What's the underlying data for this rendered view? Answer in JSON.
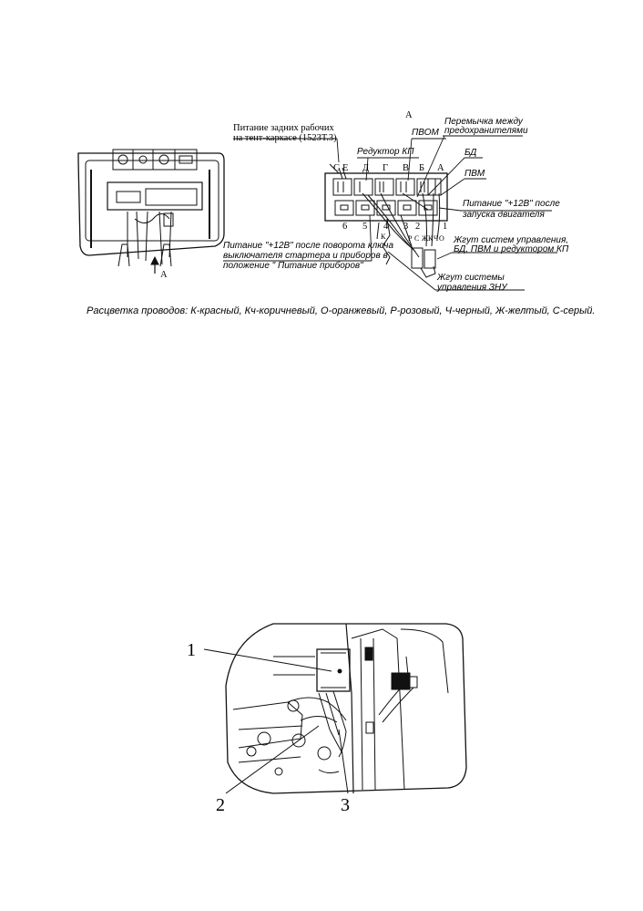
{
  "figure1": {
    "view_arrow_label": "А",
    "view_title": "А",
    "annotations": {
      "rear_power": [
        "Питание задних рабочих",
        "на тент-каркасе (1523Т.3)"
      ],
      "gearbox_reducer": "Редуктор КП",
      "pto": "ПВОМ",
      "jumper": [
        "Перемычка между",
        "предохранителями"
      ],
      "diff_lock": "БД",
      "front_axle": "ПВМ",
      "power_after_start": [
        "Питание \"+12В\" после",
        "запуска двигателя"
      ],
      "control_harness": [
        "Жгут систем управления,",
        "БД, ПВМ и редуктором КП"
      ],
      "znu_harness": [
        "Жгут системы",
        "управления ЗНУ"
      ],
      "power_after_key": [
        "Питание \"+12В\" после поворота ключа",
        "выключателя стартера и приборов в",
        "положение \" Питание приборов\""
      ]
    },
    "fuse_letters": [
      "С",
      "Е",
      "Д",
      "Г",
      "В",
      "Б",
      "А"
    ],
    "slot_numbers": [
      "6",
      "5",
      "4",
      "3",
      "2",
      "1"
    ],
    "wire_codes_lower": [
      "К",
      "Р",
      "С",
      "Ж",
      "К",
      "Ч",
      "О"
    ]
  },
  "legend": "Расцветка проводов: К-красный, Кч-коричневый, О-оранжевый, Р-розовый, Ч-черный, Ж-желтый, С-серый.",
  "figure2": {
    "callouts": [
      "1",
      "2",
      "3"
    ]
  }
}
